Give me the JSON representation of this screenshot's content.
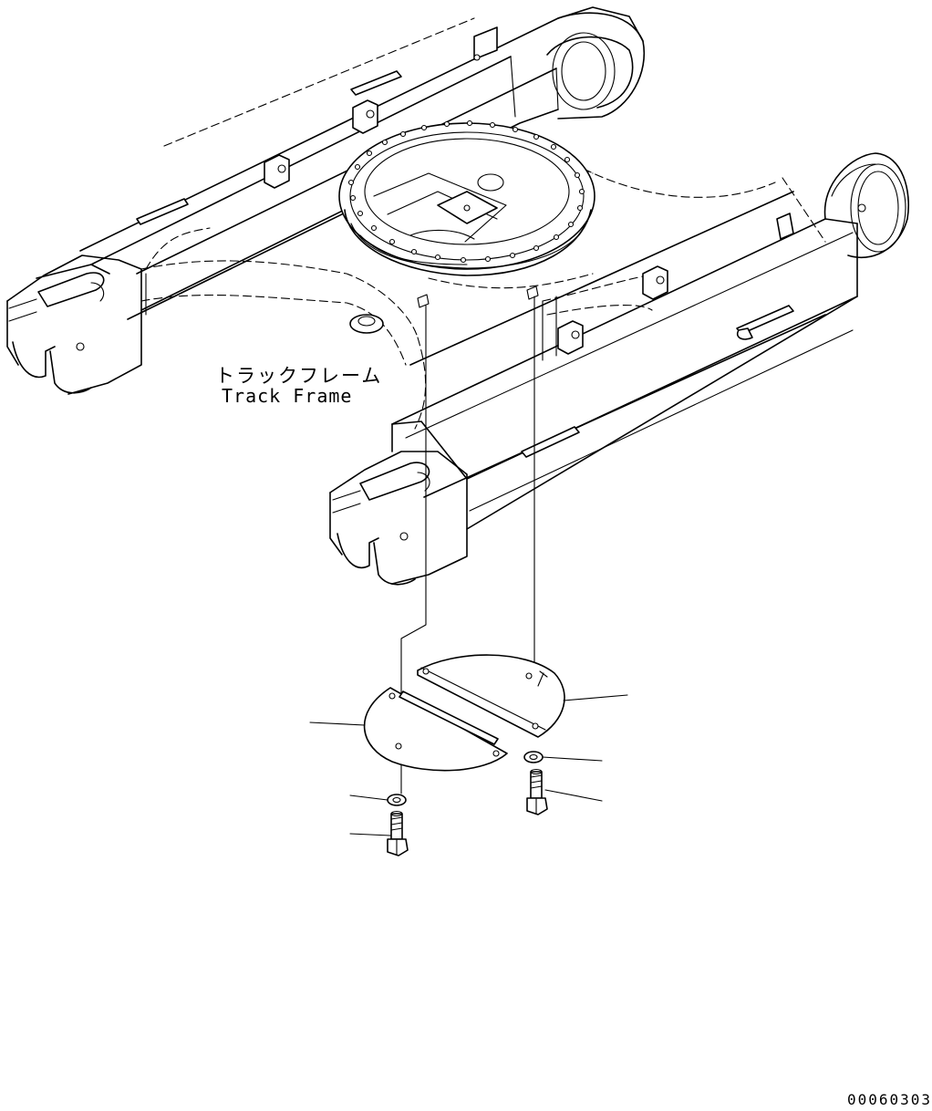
{
  "labels": {
    "track_frame_jp": "トラックフレーム",
    "track_frame_en": "Track Frame",
    "drawing_code": "00060303"
  },
  "icons": {
    "track_frame": "track-frame-drawing",
    "cover_plate": "cover-plate-drawing",
    "washer": "washer-drawing",
    "bolt": "bolt-drawing"
  },
  "colors": {
    "line": "#000000",
    "background": "#ffffff"
  }
}
